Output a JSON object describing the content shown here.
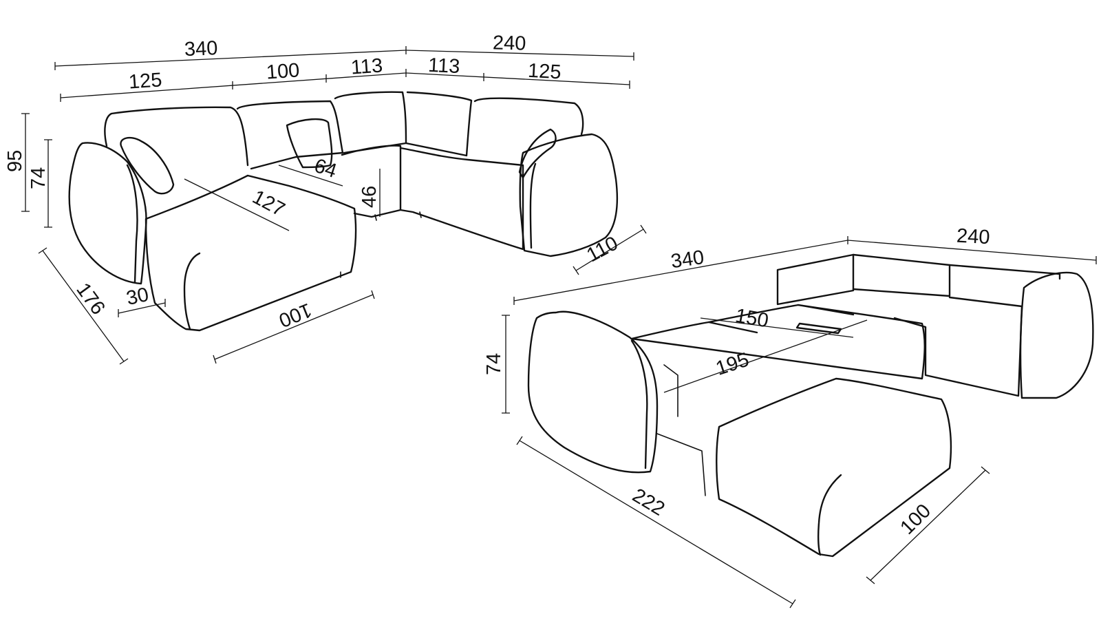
{
  "diagram": {
    "dimensions": [
      {
        "id": "top-total-left",
        "value": "340"
      },
      {
        "id": "top-total-right",
        "value": "240"
      },
      {
        "id": "top-seg-1",
        "value": "125"
      },
      {
        "id": "top-seg-2",
        "value": "100"
      },
      {
        "id": "top-seg-3",
        "value": "113"
      },
      {
        "id": "top-seg-4",
        "value": "113"
      },
      {
        "id": "top-seg-5",
        "value": "125"
      },
      {
        "id": "height-total",
        "value": "95"
      },
      {
        "id": "height-arm",
        "value": "74"
      },
      {
        "id": "back-depth",
        "value": "64"
      },
      {
        "id": "seat-height",
        "value": "46"
      },
      {
        "id": "seat-depth",
        "value": "127"
      },
      {
        "id": "arm-width",
        "value": "30"
      },
      {
        "id": "chaise-length",
        "value": "176"
      },
      {
        "id": "chaise-width",
        "value": "100"
      },
      {
        "id": "right-depth",
        "value": "110"
      },
      {
        "id": "bed-total-left",
        "value": "340"
      },
      {
        "id": "bed-total-right",
        "value": "240"
      },
      {
        "id": "bed-arm-height",
        "value": "74"
      },
      {
        "id": "bed-width",
        "value": "150"
      },
      {
        "id": "bed-length",
        "value": "195"
      },
      {
        "id": "bed-total-length",
        "value": "222"
      },
      {
        "id": "bed-chaise-width",
        "value": "100"
      }
    ],
    "colors": {
      "line": "#111111",
      "background": "#ffffff"
    }
  }
}
